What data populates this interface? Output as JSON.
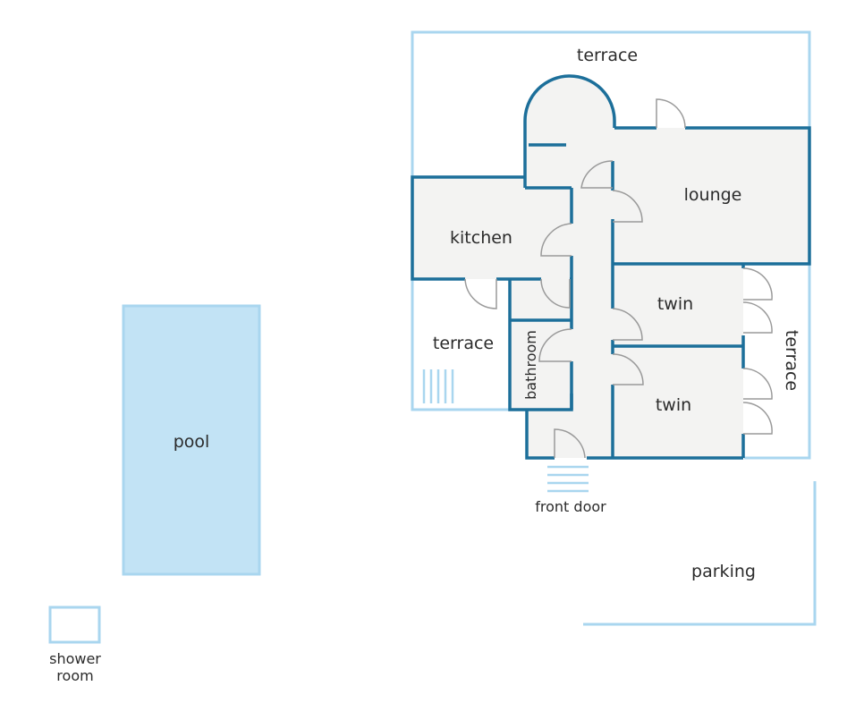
{
  "labels": {
    "terrace_top": "terrace",
    "lounge": "lounge",
    "kitchen": "kitchen",
    "twin_upper": "twin",
    "twin_lower": "twin",
    "terrace_right": "terrace",
    "terrace_left": "terrace",
    "bathroom": "bathroom",
    "front_door": "front door",
    "pool": "pool",
    "parking": "parking",
    "shower_room_line1": "shower",
    "shower_room_line2": "room"
  },
  "colors": {
    "wall": "#1c6f9a",
    "outline": "#a9d6ef",
    "pool_fill": "#c2e3f5",
    "room_fill": "#f3f3f2",
    "door": "#9a9a9a"
  }
}
